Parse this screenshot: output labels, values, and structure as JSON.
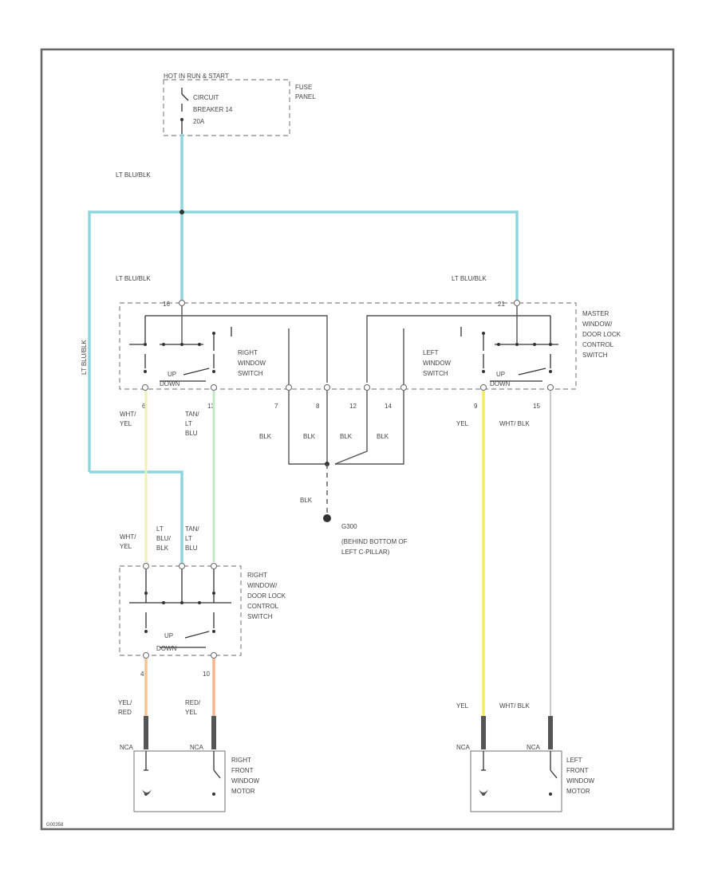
{
  "colors": {
    "lt_blu_blk": "#8fd6dd",
    "wht_yel": "#efefb0",
    "tan_lt_blu": "#c4e8c4",
    "yel": "#f1ef5c",
    "wht_blk": "#bdbdbd",
    "yel_red": "#f6c493",
    "red_yel": "#f6b591",
    "blk": "#555555",
    "frame": "#666666"
  },
  "fuse_panel": {
    "hot_label": "HOT IN RUN & START",
    "cb_line1": "CIRCUIT",
    "cb_line2": "BREAKER 14",
    "cb_line3": "20A",
    "panel_line1": "FUSE",
    "panel_line2": "PANEL"
  },
  "wires": {
    "feed_label": "LT BLU/BLK",
    "left_drop_label": "LT BLU/BLK",
    "right_drop_label": "LT BLU/BLK",
    "vertical_label": "LT BLU/BLK",
    "rs_out_left": "WHT/ YEL",
    "rs_out_right": "TAN/ LT BLU",
    "ls_out_left": "YEL",
    "ls_out_right": "WHT/ BLK",
    "ground_wires": [
      "BLK",
      "BLK",
      "BLK",
      "BLK"
    ],
    "ground_drop": "BLK",
    "rdoor_in_1": "WHT/ YEL",
    "rdoor_in_2": "LT BLU/ BLK",
    "rdoor_in_3": "TAN/ LT BLU",
    "rm_left": "YEL/ RED",
    "rm_right": "RED/ YEL",
    "lm_left": "YEL",
    "lm_right": "WHT/ BLK"
  },
  "pins": {
    "master_left_feed": "16",
    "master_right_feed": "21",
    "rs_left": "6",
    "rs_right": "13",
    "g1": "7",
    "g2": "8",
    "g3": "12",
    "g4": "14",
    "ls_left": "9",
    "ls_right": "15",
    "rdoor_left": "4",
    "rdoor_right": "10",
    "rm_conn_left": "NCA",
    "rm_conn_right": "NCA",
    "lm_conn_left": "NCA",
    "lm_conn_right": "NCA"
  },
  "master_switch": {
    "line1": "MASTER",
    "line2": "WINDOW/",
    "line3": "DOOR LOCK",
    "line4": "CONTROL",
    "line5": "SWITCH"
  },
  "right_window_switch": {
    "line1": "RIGHT",
    "line2": "WINDOW",
    "line3": "SWITCH",
    "up": "UP",
    "down": "DOWN"
  },
  "left_window_switch": {
    "line1": "LEFT",
    "line2": "WINDOW",
    "line3": "SWITCH",
    "up": "UP",
    "down": "DOWN"
  },
  "ground": {
    "id": "G300",
    "line1": "(BEHIND BOTTOM OF",
    "line2": "LEFT C-PILLAR)"
  },
  "right_door_switch": {
    "line1": "RIGHT",
    "line2": "WINDOW/",
    "line3": "DOOR LOCK",
    "line4": "CONTROL",
    "line5": "SWITCH",
    "up": "UP",
    "down": "DOWN"
  },
  "right_motor": {
    "line1": "RIGHT",
    "line2": "FRONT",
    "line3": "WINDOW",
    "line4": "MOTOR"
  },
  "left_motor": {
    "line1": "LEFT",
    "line2": "FRONT",
    "line3": "WINDOW",
    "line4": "MOTOR"
  },
  "figure_code": "G00358"
}
